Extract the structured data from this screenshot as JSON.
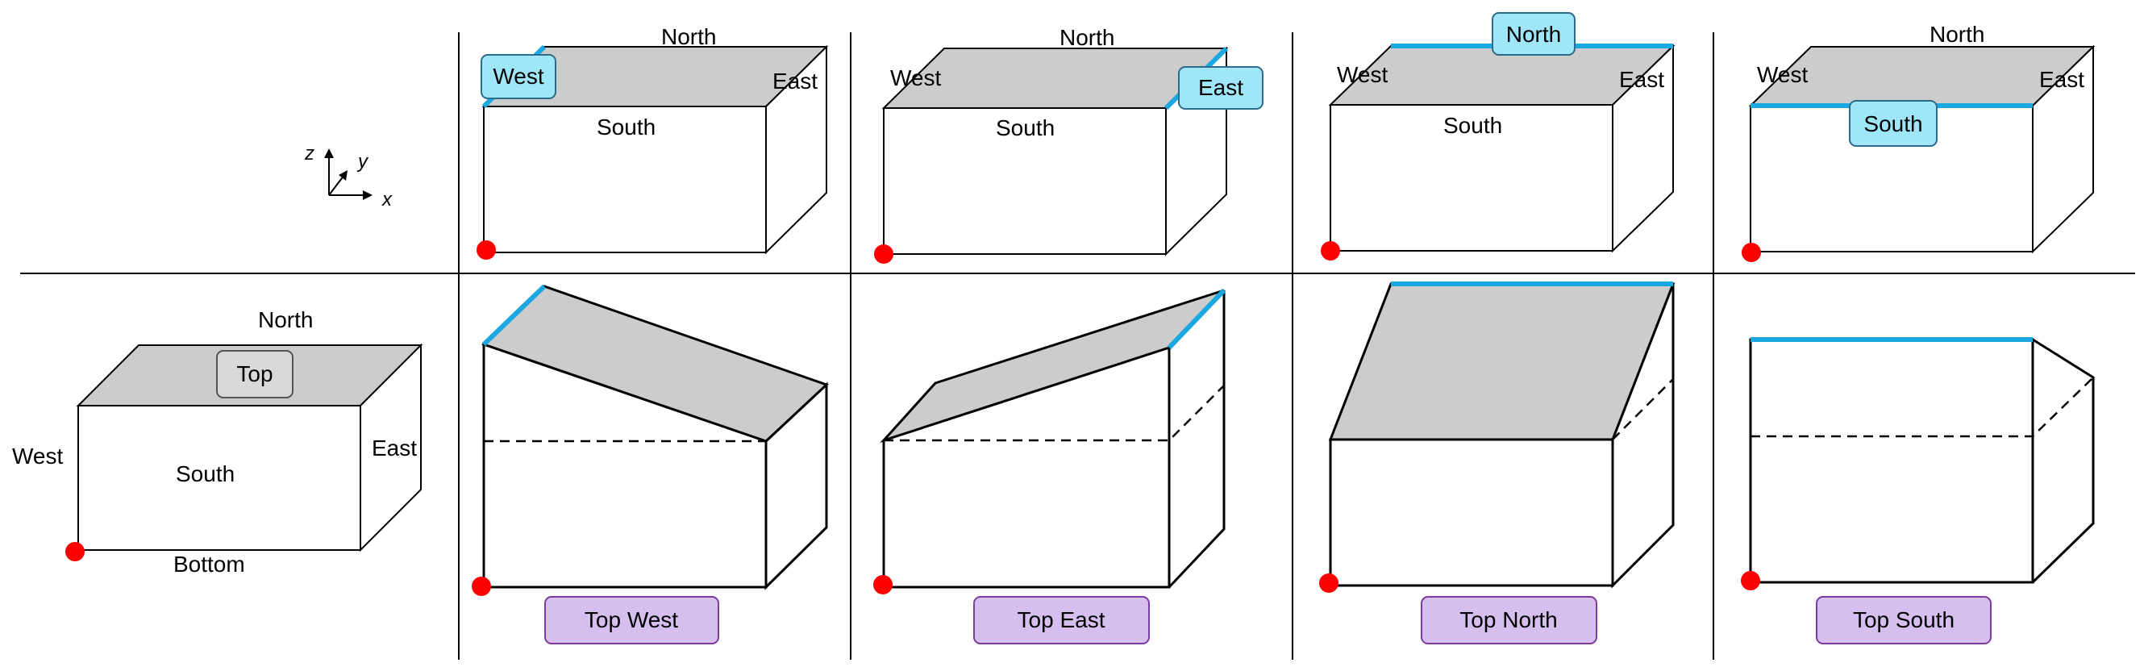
{
  "colors": {
    "top_face": "#cccccc",
    "edge": "#000000",
    "highlight_edge": "#1ba7e0",
    "origin_dot": "#ff0000",
    "callout_blue": "#9fe6f8",
    "callout_blue_border": "#2b6c8a",
    "callout_gray": "#d9d9d9",
    "callout_gray_border": "#555555",
    "caption_purple": "#d6bfee",
    "caption_purple_border": "#7b3ca0"
  },
  "axes": {
    "z": "z",
    "y": "y",
    "x": "x"
  },
  "reference_box": {
    "north": "North",
    "west": "West",
    "south": "South",
    "east": "East",
    "bottom": "Bottom",
    "top_callout": "Top"
  },
  "top_row": [
    {
      "north": "North",
      "west": "West",
      "south": "South",
      "east": "East",
      "highlighted_side": "West"
    },
    {
      "north": "North",
      "west": "West",
      "south": "South",
      "east": "East",
      "highlighted_side": "East"
    },
    {
      "north": "North",
      "west": "West",
      "south": "South",
      "east": "East",
      "highlighted_side": "North"
    },
    {
      "north": "North",
      "west": "West",
      "south": "South",
      "east": "East",
      "highlighted_side": "South"
    }
  ],
  "captions": [
    "Top West",
    "Top East",
    "Top North",
    "Top South"
  ]
}
